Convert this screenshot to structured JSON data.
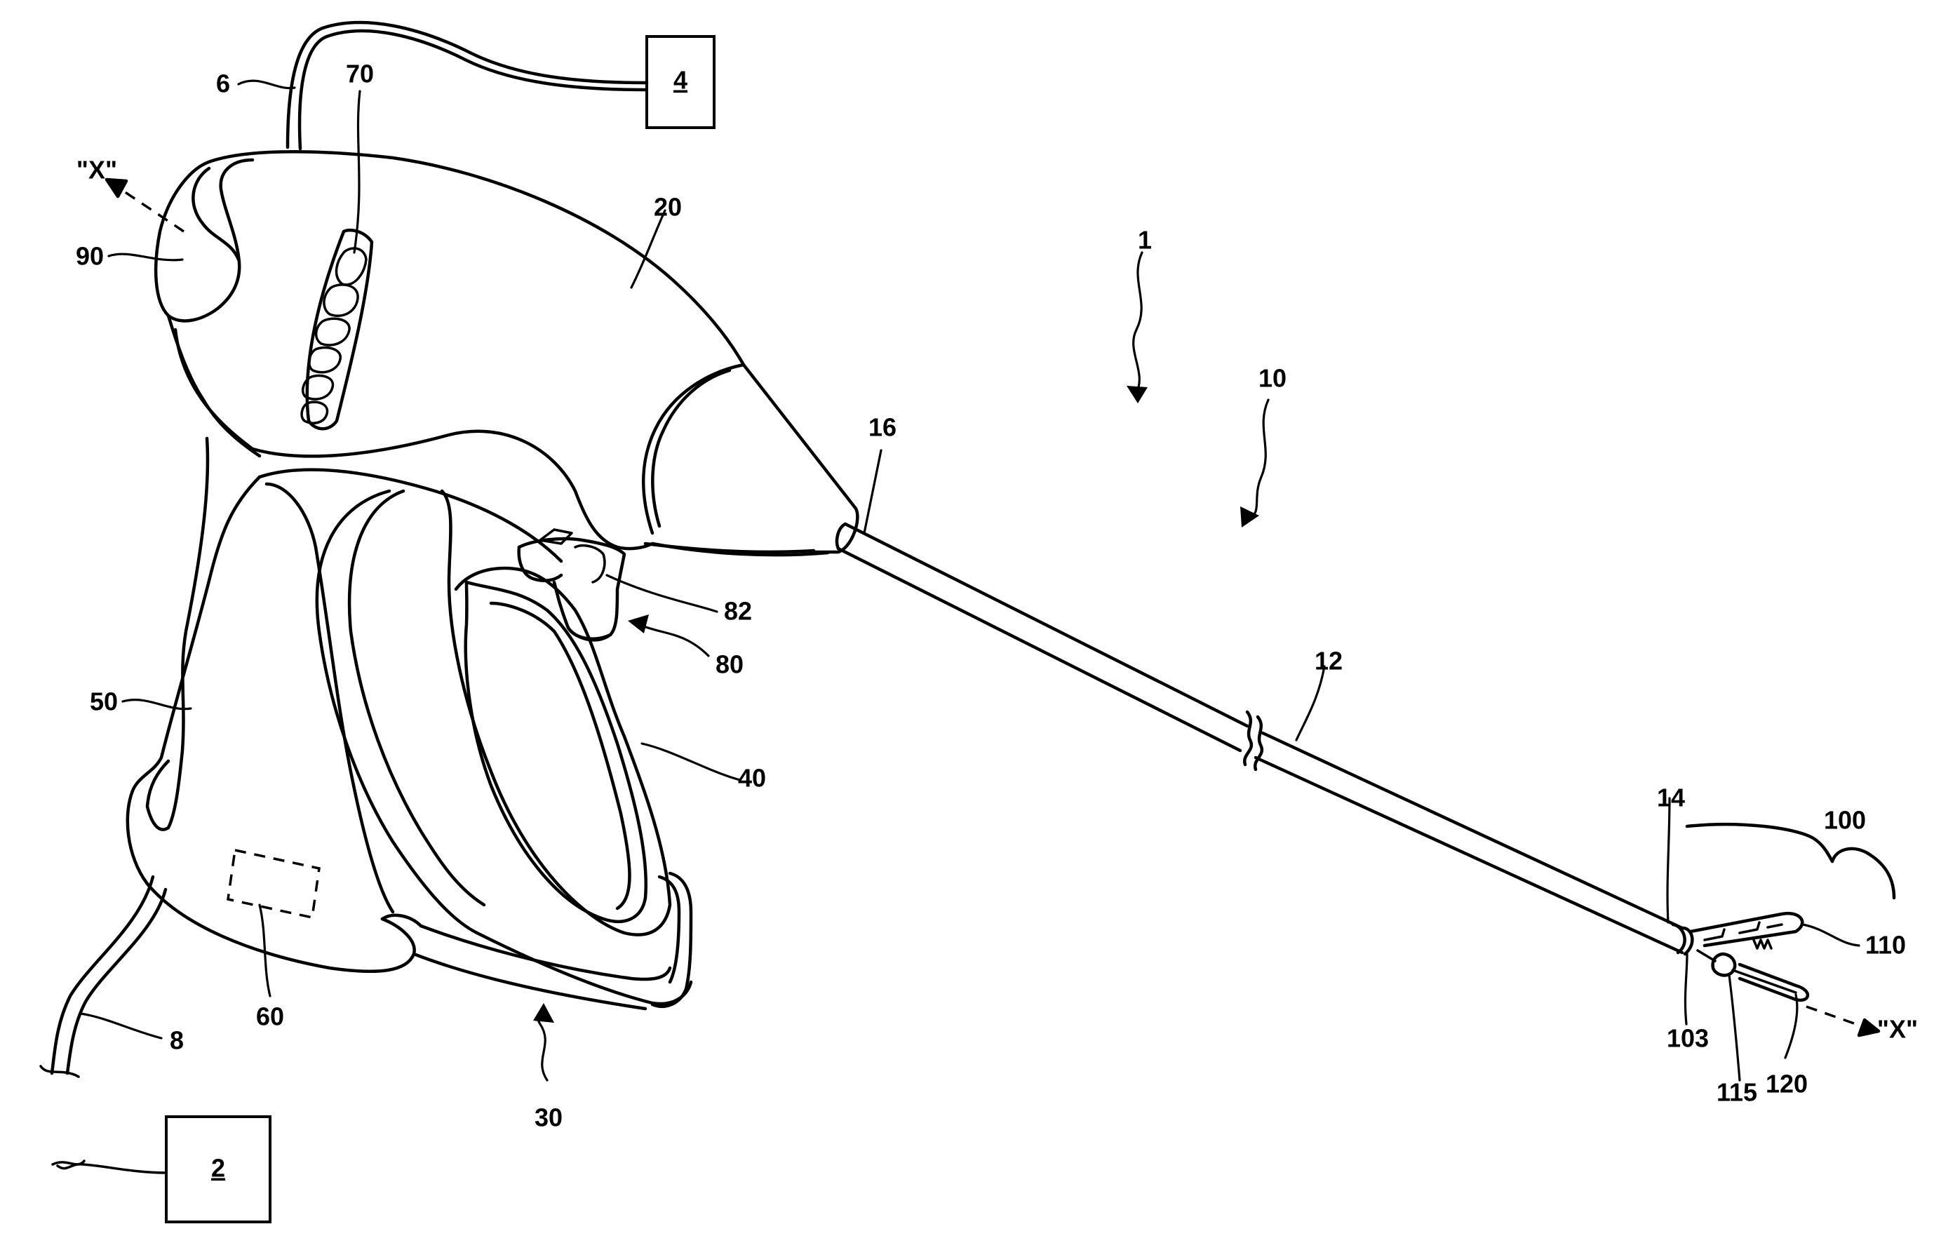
{
  "labels": {
    "system": "1",
    "generator": "2",
    "source": "4",
    "cable_top": "6",
    "cable_bottom": "8",
    "elongated_assembly": "10",
    "shaft": "12",
    "shaft_distal": "14",
    "shaft_proximal": "16",
    "housing": "20",
    "handle_assembly": "30",
    "movable_handle": "40",
    "fixed_handle": "50",
    "internal_component": "60",
    "activation_switch": "70",
    "trigger_assembly": "80",
    "trigger": "82",
    "rotation_knob": "90",
    "end_effector": "100",
    "pivot": "103",
    "upper_jaw": "110",
    "blade": "115",
    "lower_jaw": "120",
    "axis_x_left": "\"X\"",
    "axis_x_right": "\"X\""
  }
}
